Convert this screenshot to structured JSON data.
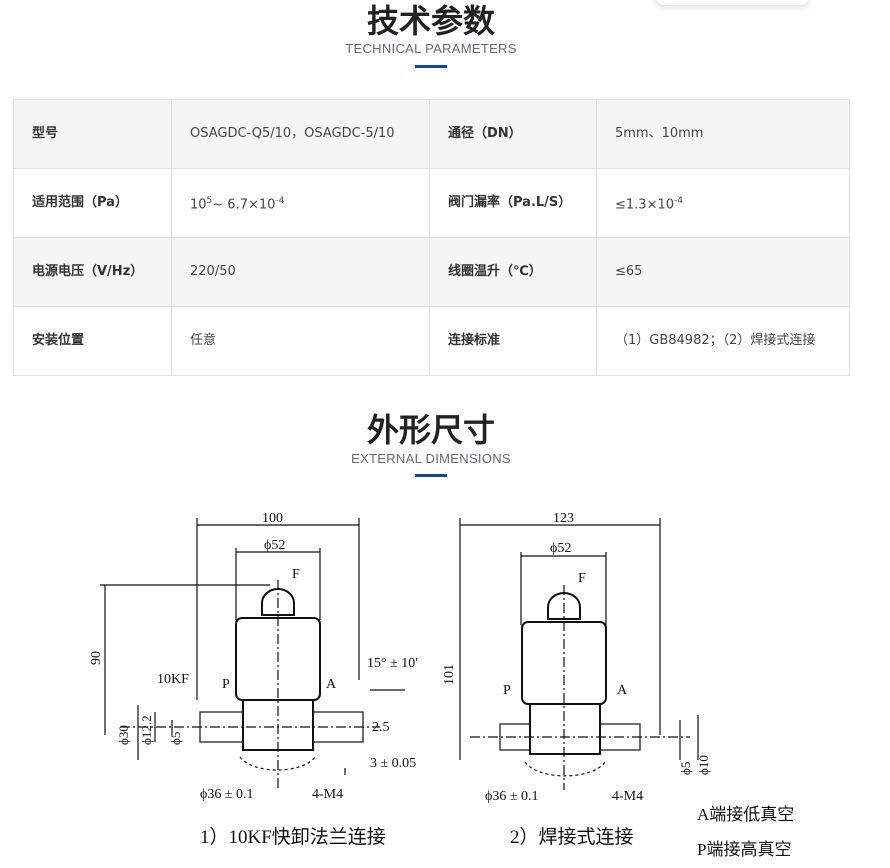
{
  "card": {},
  "section1": {
    "title": "技术参数",
    "subtitle": "TECHNICAL PARAMETERS"
  },
  "params": [
    {
      "k1": "型号",
      "v1": "OSAGDC-Q5/10，OSAGDC-5/10",
      "k2": "通径（DN）",
      "v2": "5mm、10mm"
    },
    {
      "k1": "适用范围（Pa）",
      "v1_base": "10",
      "v1_exp": "5",
      "v1_mid": "~ 6.7×10",
      "v1_exp2": "-4",
      "k2": "阀门漏率（Pa.L/S）",
      "v2_base": "≤1.3×10",
      "v2_exp": "-4"
    },
    {
      "k1": "电源电压（V/Hz）",
      "v1": "220/50",
      "k2": "线圈温升（℃）",
      "v2": "≤65"
    },
    {
      "k1": "安装位置",
      "v1": "任意",
      "k2": "连接标准",
      "v2": "（1）GB84982；（2）焊接式连接"
    }
  ],
  "section2": {
    "title": "外形尺寸",
    "subtitle": "EXTERNAL DIMENSIONS"
  },
  "drawing": {
    "left": {
      "w": "100",
      "d52": "ϕ52",
      "F": "F",
      "h": "90",
      "kf": "10KF",
      "P": "P",
      "A": "A",
      "angle": "15° ± 10′",
      "d30": "ϕ30",
      "d12": "ϕ12.2",
      "d5": "ϕ5",
      "t25": "2.5",
      "t3": "3 ± 0.05",
      "d36": "ϕ36 ± 0.1",
      "m4": "4-M4",
      "caption": "1）10KF快卸法兰连接"
    },
    "right": {
      "w": "123",
      "d52": "ϕ52",
      "F": "F",
      "h": "101",
      "P": "P",
      "A": "A",
      "d5": "ϕ5",
      "d10": "ϕ10",
      "d36": "ϕ36 ± 0.1",
      "m4": "4-M4",
      "caption": "2）焊接式连接"
    },
    "note1": "A端接低真空",
    "note2": "P端接高真空"
  }
}
